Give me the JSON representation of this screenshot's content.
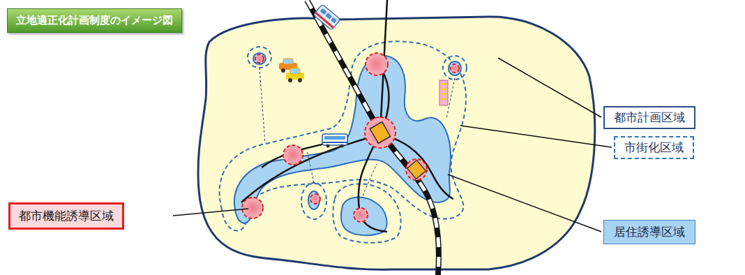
{
  "diagram": {
    "title": "立地適正化計画制度のイメージ図",
    "nodes": [
      {
        "text": [
          "都市計画区域"
        ]
      },
      {
        "text": [
          "市街化区域"
        ]
      },
      {
        "text": [
          "都市機能誘導区域"
        ]
      },
      {
        "text": [
          "居住誘導区域"
        ]
      }
    ]
  }
}
